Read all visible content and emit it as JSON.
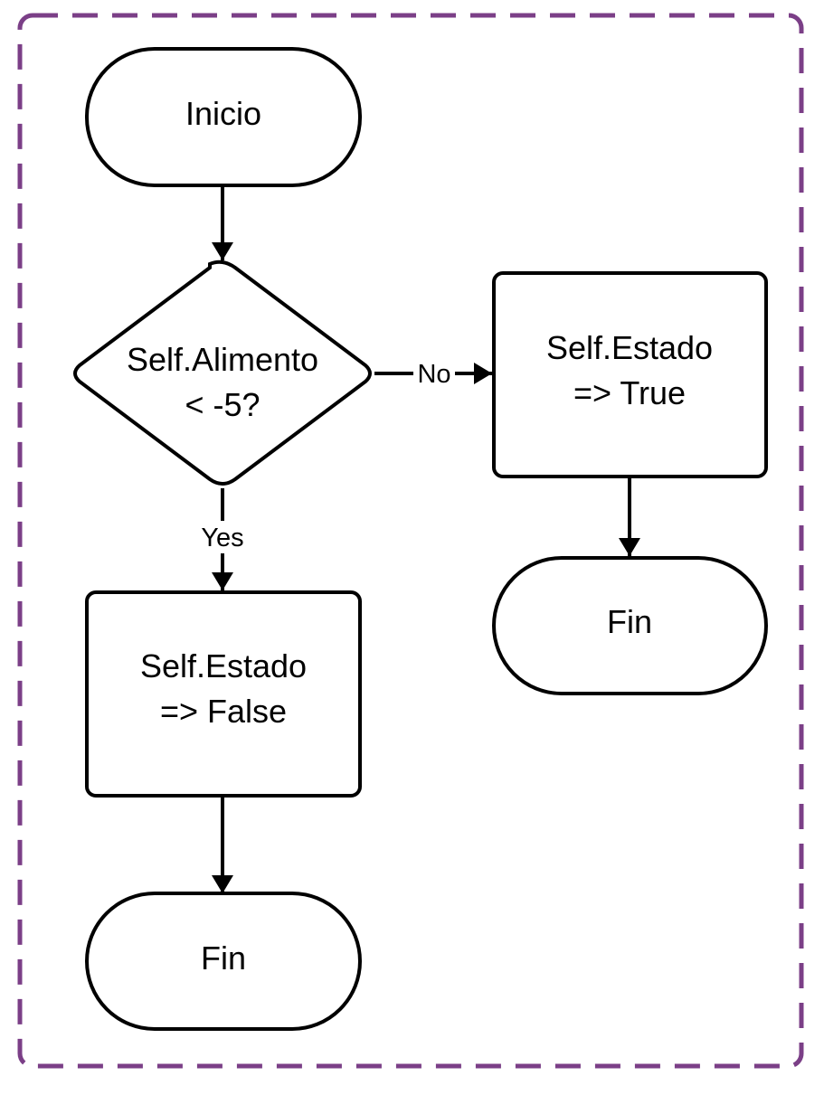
{
  "diagram": {
    "colors": {
      "frame": "#7b3f87",
      "stroke": "#000000",
      "fill": "#ffffff"
    },
    "nodes": {
      "start": {
        "shape": "terminator",
        "lines": [
          "Inicio"
        ]
      },
      "decision": {
        "shape": "decision",
        "lines": [
          "Self.Alimento",
          "< -5?"
        ]
      },
      "process_true": {
        "shape": "process",
        "lines": [
          "Self.Estado",
          "=> True"
        ]
      },
      "end_right": {
        "shape": "terminator",
        "lines": [
          "Fin"
        ]
      },
      "process_false": {
        "shape": "process",
        "lines": [
          "Self.Estado",
          "=> False"
        ]
      },
      "end_left": {
        "shape": "terminator",
        "lines": [
          "Fin"
        ]
      }
    },
    "edges": [
      {
        "from": "start",
        "to": "decision",
        "label": ""
      },
      {
        "from": "decision",
        "to": "process_true",
        "label": "No"
      },
      {
        "from": "process_true",
        "to": "end_right",
        "label": ""
      },
      {
        "from": "decision",
        "to": "process_false",
        "label": "Yes"
      },
      {
        "from": "process_false",
        "to": "end_left",
        "label": ""
      }
    ]
  }
}
